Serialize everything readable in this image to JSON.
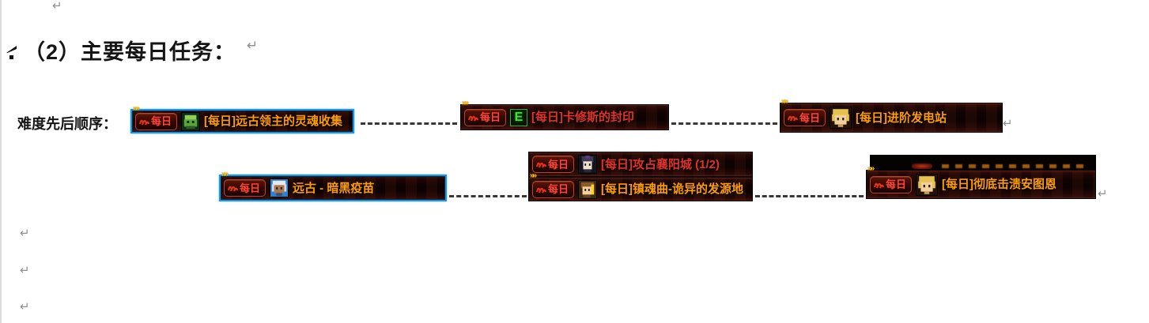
{
  "heading": {
    "text": "（2）主要每日任务：",
    "pilcrow": "↵"
  },
  "order_label": "难度先后顺序：",
  "marks": {
    "pilcrow": "↵"
  },
  "icons": {
    "chevrons": "»»",
    "e_rank_letter": "E"
  },
  "colors": {
    "selected": "#1795e8",
    "orange": "#ff9c00",
    "red": "#e0332a",
    "tagtext": "#ff4636",
    "chevron": "#ffc400",
    "dash": "#383838"
  },
  "badges": [
    {
      "tag": "每日",
      "icon": "goblin",
      "label": "[每日]远古领主的灵魂收集",
      "color": "orange",
      "selected": true
    },
    {
      "tag": "每日",
      "icon": "e-rank",
      "label": "[每日]卡修斯的封印",
      "color": "red",
      "selected": false
    },
    {
      "tag": "每日",
      "icon": "blonde",
      "label": "[每日]进阶发电站",
      "color": "orange",
      "selected": false
    },
    {
      "tag": "每日",
      "icon": "white-hair",
      "label": "远古 - 暗黑疫苗",
      "color": "orange",
      "selected": true
    },
    {
      "tag": "每日",
      "icon": "dark-hair",
      "label": "[每日]攻占襄阳城 (1/2)",
      "color": "red",
      "selected": false
    },
    {
      "tag": "每日",
      "icon": "child",
      "label": "[每日]镇魂曲-诡异的发源地",
      "color": "orange",
      "selected": false
    },
    {
      "tag": "每日",
      "icon": "blonde",
      "label": "[每日]彻底击溃安图恩",
      "color": "orange",
      "selected": false
    }
  ]
}
